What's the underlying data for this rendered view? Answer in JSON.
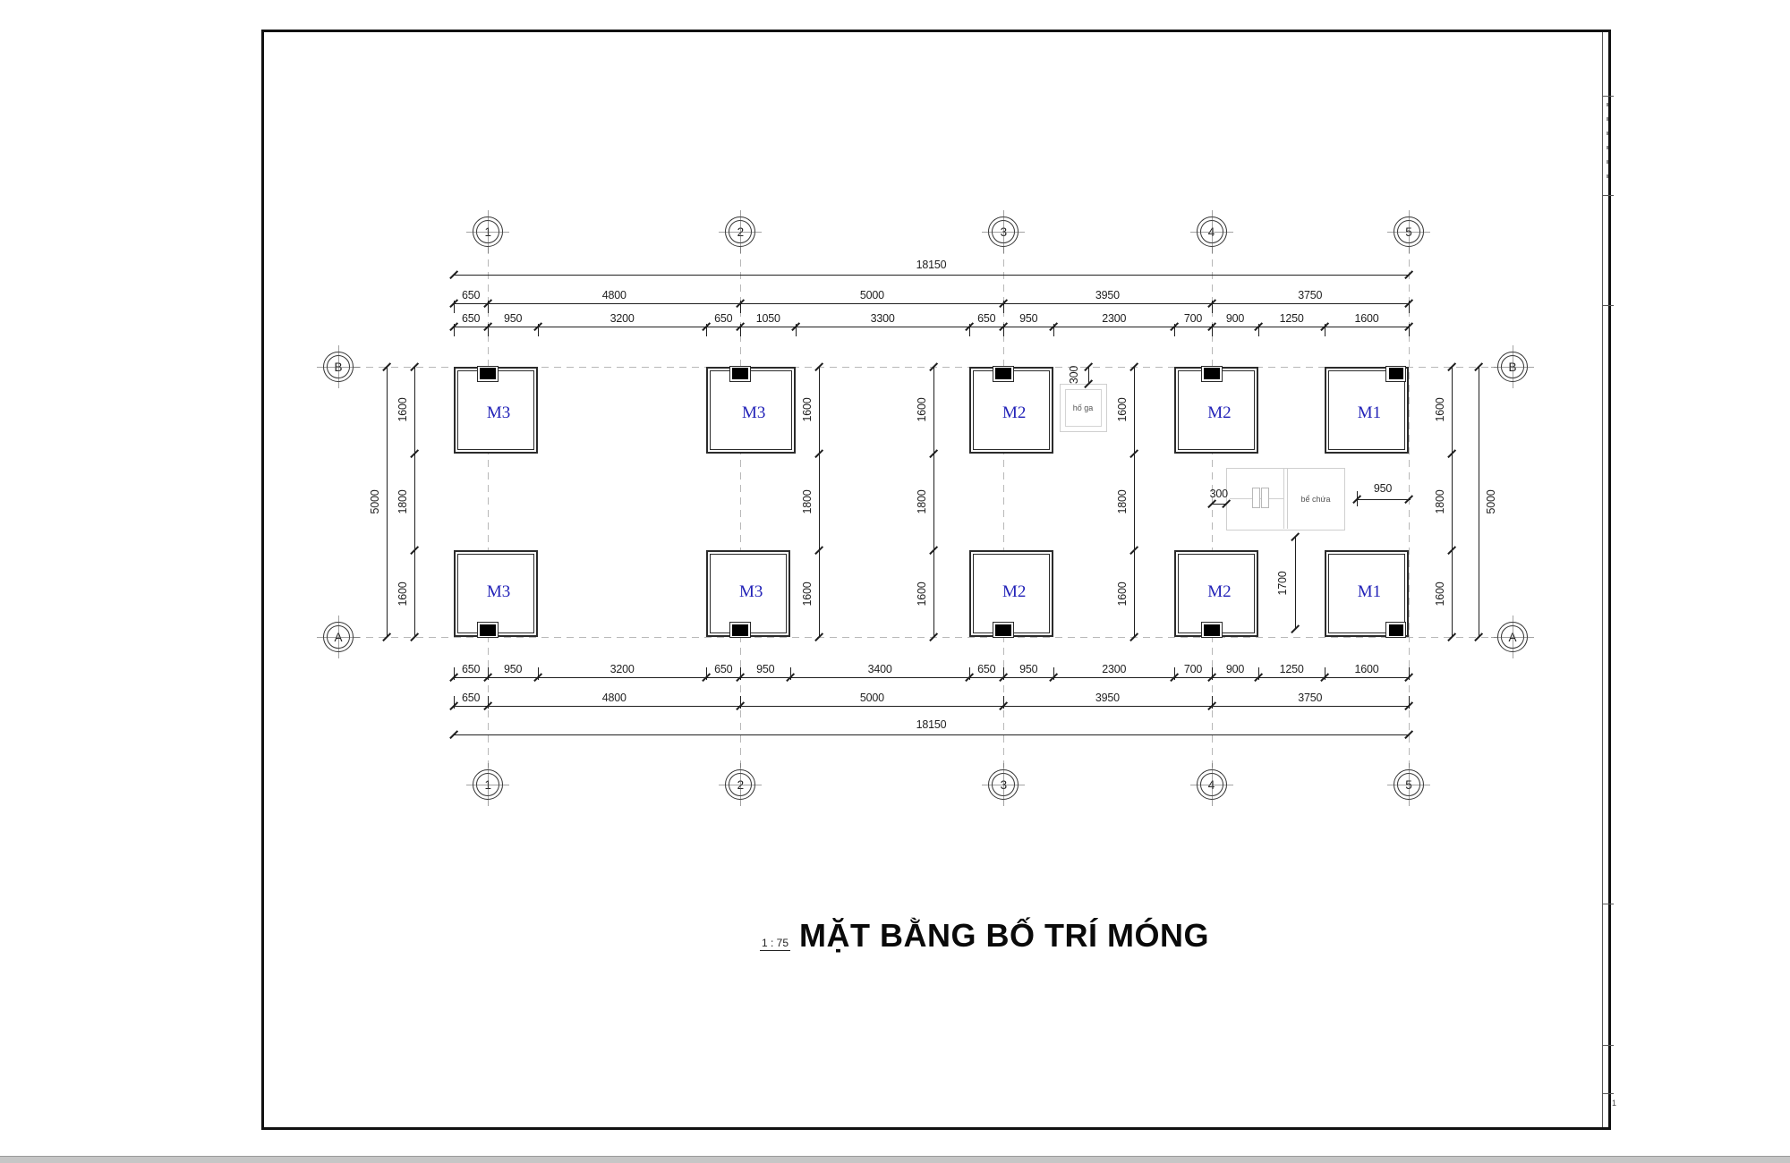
{
  "page": {
    "title": "MẶT BẰNG BỐ TRÍ MÓNG",
    "title_scale": "1 : 75",
    "edge_mark": "1"
  },
  "grid": {
    "columns": [
      "1",
      "2",
      "3",
      "4",
      "5"
    ],
    "rows": [
      "B",
      "A"
    ]
  },
  "footings": {
    "top": [
      "M3",
      "M3",
      "M2",
      "M2",
      "M1"
    ],
    "bottom": [
      "M3",
      "M3",
      "M2",
      "M2",
      "M1"
    ]
  },
  "dims": {
    "top": {
      "total": "18150",
      "major": [
        "650",
        "4800",
        "5000",
        "3950",
        "3750"
      ],
      "minor": [
        "650",
        "950",
        "3200",
        "650",
        "1050",
        "3300",
        "650",
        "950",
        "2300",
        "700",
        "900",
        "1250",
        "1600"
      ]
    },
    "bottom": {
      "total": "18150",
      "major": [
        "650",
        "4800",
        "5000",
        "3950",
        "3750"
      ],
      "minor": [
        "650",
        "950",
        "3200",
        "650",
        "950",
        "3400",
        "650",
        "950",
        "2300",
        "700",
        "900",
        "1250",
        "1600"
      ]
    },
    "left": {
      "total": "5000",
      "segments": [
        "1600",
        "1800",
        "1600"
      ]
    },
    "right": {
      "total": "5000",
      "segments": [
        "1600",
        "1800",
        "1600"
      ]
    },
    "chains": {
      "segments": [
        "1600",
        "1800",
        "1600"
      ]
    },
    "annotations": {
      "manhole_offset": "300",
      "tank_offset": "300",
      "tank_right": "950",
      "tank_below": "1700"
    }
  },
  "boxes": {
    "manhole": "hố ga",
    "tank": "bể chứa"
  },
  "colors": {
    "label_blue": "#2323b8",
    "line": "#1f1f1f",
    "grid_gray": "#b8b8b8",
    "box_gray": "#cfcfcf"
  }
}
